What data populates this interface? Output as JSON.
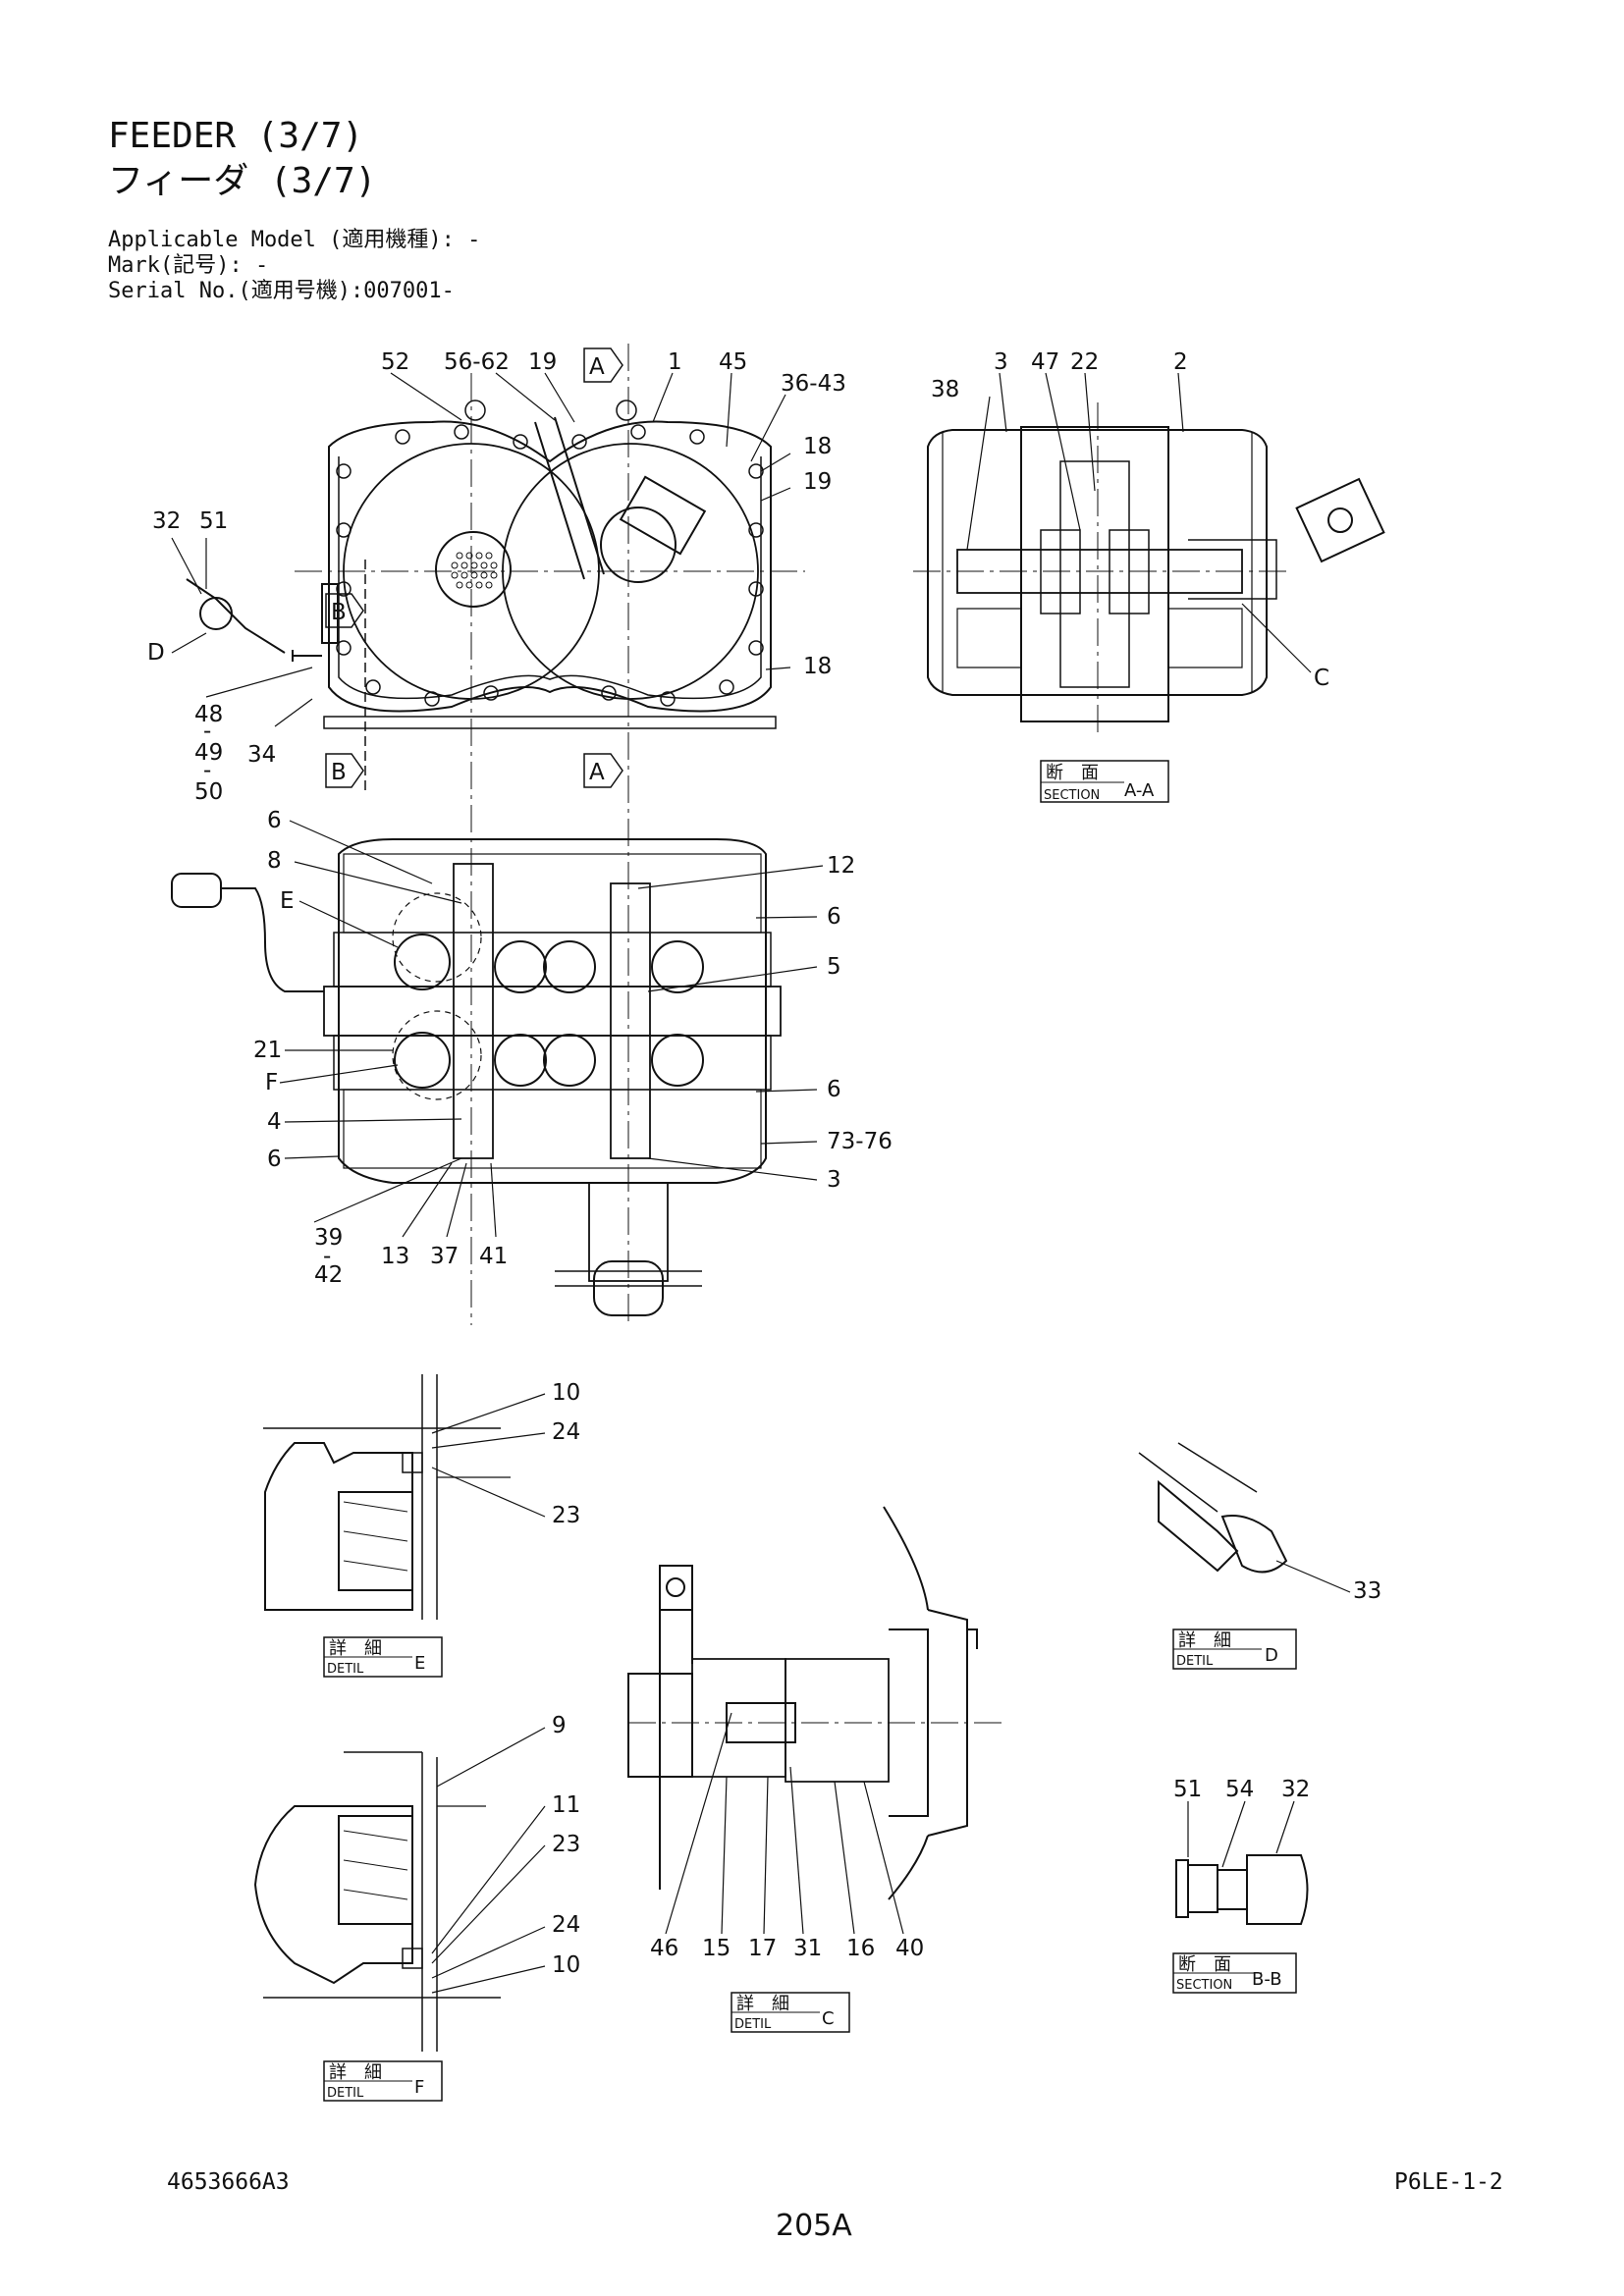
{
  "header": {
    "title_en": "FEEDER (3/7)",
    "title_jp": "フィーダ (3/7)",
    "applicable_model": "Applicable Model (適用機種): -",
    "mark": "Mark(記号): -",
    "serial_no": "Serial No.(適用号機):007001-"
  },
  "views": {
    "section_aa": {
      "jp": "断　面",
      "en": "SECTION",
      "id": "A-A"
    },
    "section_bb": {
      "jp": "断　面",
      "en": "SECTION",
      "id": "B-B"
    },
    "detail_e": {
      "jp": "詳　細",
      "en": "DETIL",
      "id": "E"
    },
    "detail_f": {
      "jp": "詳　細",
      "en": "DETIL",
      "id": "F"
    },
    "detail_c": {
      "jp": "詳　細",
      "en": "DETIL",
      "id": "C"
    },
    "detail_d": {
      "jp": "詳　細",
      "en": "DETIL",
      "id": "D"
    },
    "arrow_a": "A",
    "arrow_b": "B"
  },
  "callouts": {
    "front": [
      "52",
      "56-62",
      "19",
      "1",
      "45",
      "36-43",
      "18",
      "19",
      "18",
      "32",
      "51",
      "D",
      "48",
      "49",
      "50",
      "34",
      "-",
      "-"
    ],
    "section_aa": [
      "3",
      "47",
      "22",
      "2",
      "38",
      "C"
    ],
    "plan": [
      "6",
      "8",
      "E",
      "12",
      "6",
      "5",
      "21",
      "F",
      "4",
      "6",
      "6",
      "73-76",
      "3",
      "39",
      "42",
      "-",
      "13",
      "37",
      "41"
    ],
    "detail_e": [
      "10",
      "24",
      "23"
    ],
    "detail_f": [
      "9",
      "11",
      "23",
      "24",
      "10"
    ],
    "detail_c": [
      "46",
      "15",
      "17",
      "31",
      "16",
      "40"
    ],
    "detail_d": [
      "33"
    ],
    "section_bb": [
      "51",
      "54",
      "32"
    ]
  },
  "footer": {
    "part_no": "4653666A3",
    "code": "P6LE-1-2",
    "page": "205A"
  }
}
